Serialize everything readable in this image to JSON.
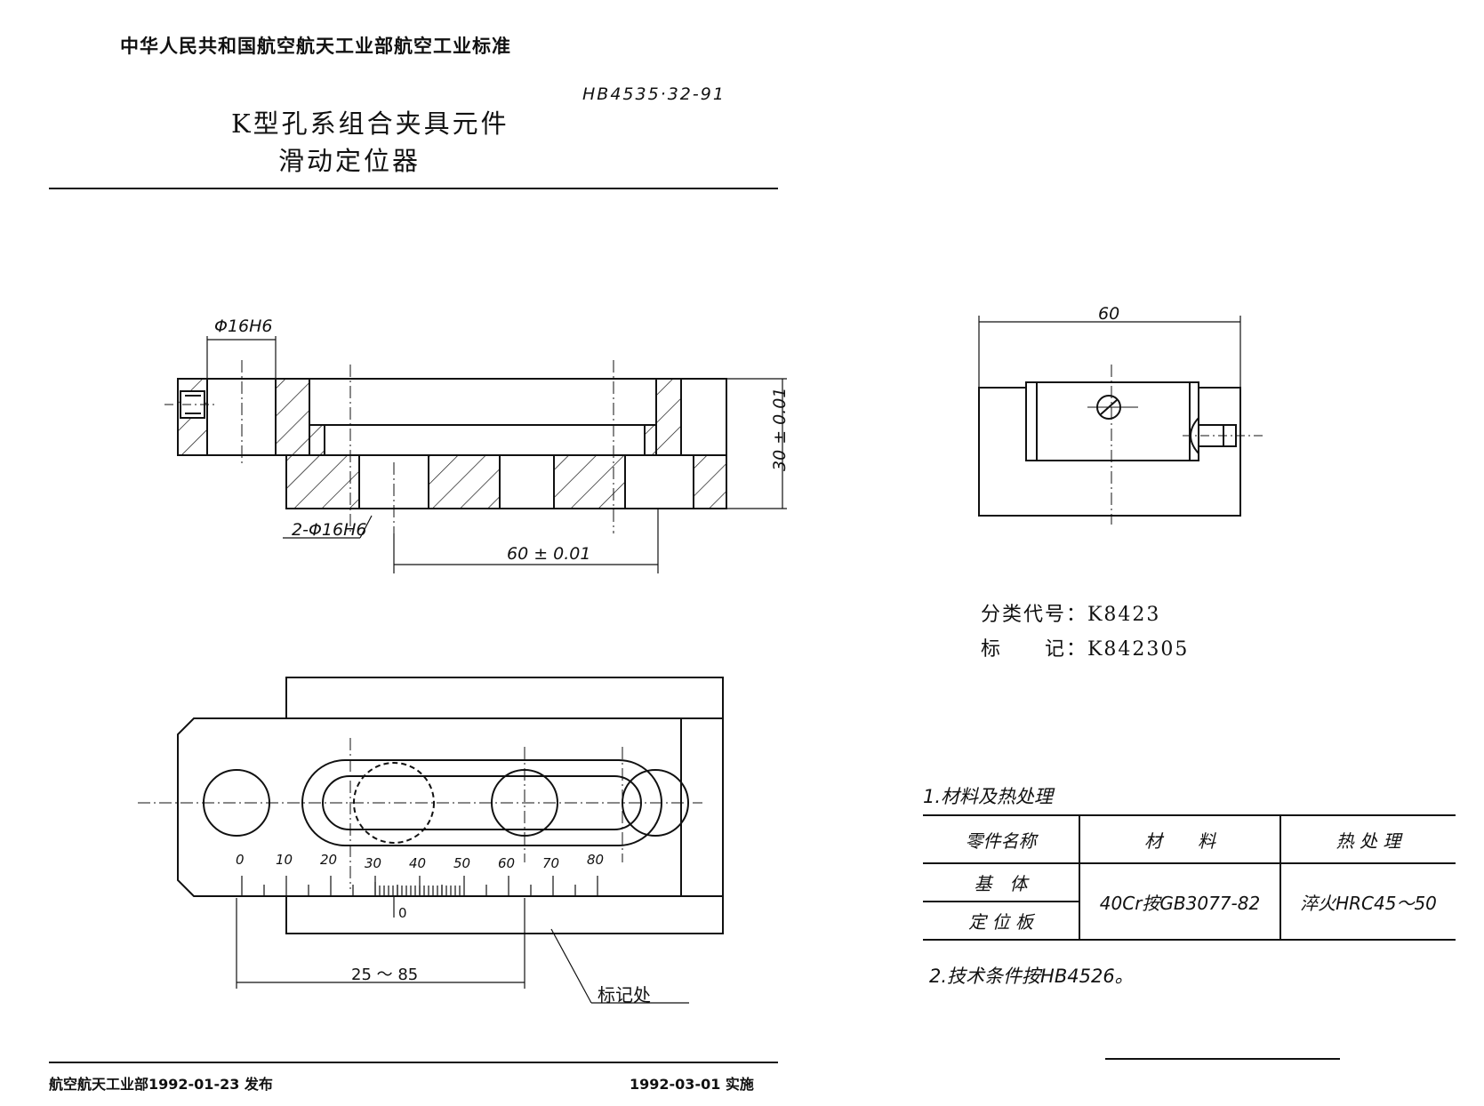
{
  "header": {
    "org": "中华人民共和国航空航天工业部航空工业标准",
    "standard_no": "HB4535·32-91",
    "title_line1": "K型孔系组合夹具元件",
    "title_line2": "滑动定位器"
  },
  "drawing": {
    "front_view": {
      "hole_label": "Φ16H6",
      "holes_label": "2-Φ16H6",
      "spacing_label": "60 ± 0.01",
      "height_label": "30 ± 0.01"
    },
    "side_view": {
      "width_label": "60"
    },
    "top_view": {
      "scale_ticks": [
        "0",
        "10",
        "20",
        "30",
        "40",
        "50",
        "60",
        "70",
        "80"
      ],
      "vernier_zero": "0",
      "range_label": "25 ～ 85",
      "marking_note": "标记处"
    }
  },
  "info": {
    "classification": "分类代号：K8423",
    "marking": "标　　记：K842305"
  },
  "notes": {
    "note1": "1.材料及热处理",
    "note2": "2.技术条件按HB4526。"
  },
  "materials_table": {
    "headers": [
      "零件名称",
      "材　　料",
      "热 处 理"
    ],
    "rows": [
      {
        "part": "基　体"
      },
      {
        "part": "定 位 板"
      }
    ],
    "material": "40Cr按GB3077-82",
    "heat_treatment": "淬火HRC45～50"
  },
  "footer": {
    "issued": "航空航天工业部1992-01-23 发布",
    "effective": "1992-03-01 实施"
  }
}
